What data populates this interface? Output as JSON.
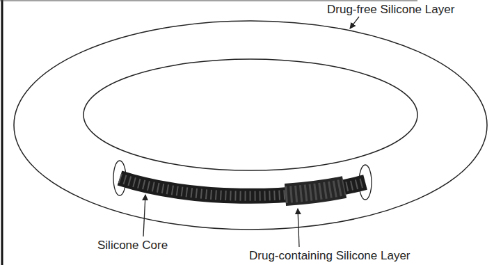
{
  "diagram": {
    "labels": [
      "Drug-free Silicone Layer",
      "Silicone Core",
      "Drug-containing Silicone Layer"
    ]
  }
}
